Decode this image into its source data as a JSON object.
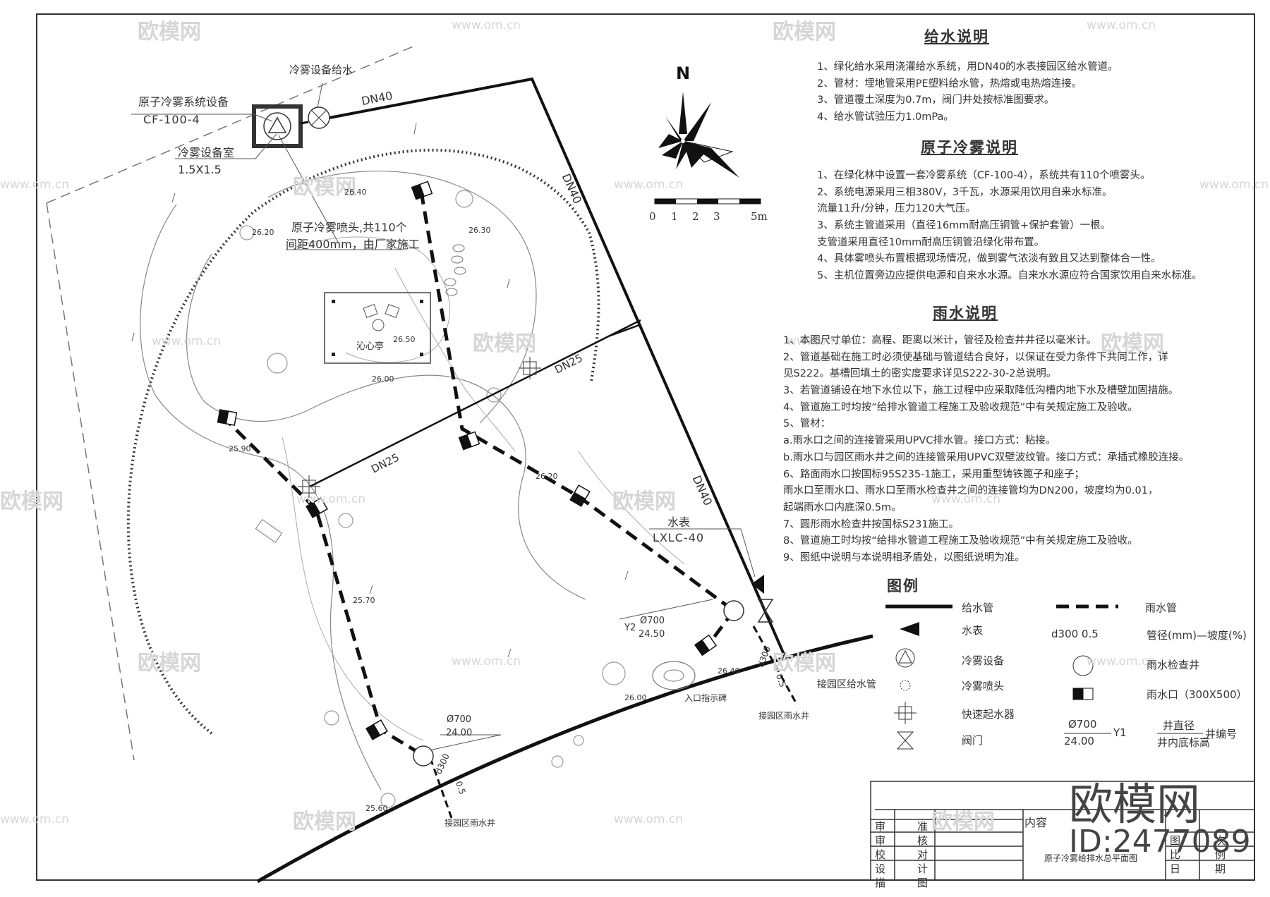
{
  "compass": {
    "north": "N",
    "scale": [
      "0",
      "1",
      "2",
      "3",
      "5m"
    ]
  },
  "plan_labels": {
    "spray_water": "冷雾设备给水",
    "device_name": "原子冷雾系统设备",
    "device_code": "CF-100-4",
    "room_name": "冷雾设备室",
    "room_size": "1.5X1.5",
    "nozzle_line1": "原子冷雾喷头,共110个",
    "nozzle_line2": "间距400mm，由厂家施工",
    "pavilion": "沁心亭",
    "dn40_a": "DN40",
    "dn40_b": "DN40",
    "dn40_c": "DN40",
    "dn25_a": "DN25",
    "dn25_b": "DN25",
    "meter": "水表",
    "meter_code": "LXLC-40",
    "y2_name": "Y2",
    "y2_dia": "Ø700",
    "y2_elev": "24.50",
    "y1_dia": "Ø700",
    "y1_elev": "24.00",
    "pipe_spec": "d300",
    "pipe_slope": "0.5",
    "connect_supply": "接园区给水管",
    "connect_rain_1": "接园区雨水井",
    "connect_rain_2": "接园区雨水井",
    "entrance_sign": "入口指示碑",
    "elevations": [
      "26.40",
      "26.20",
      "26.30",
      "26.50",
      "26.00",
      "25.90",
      "26.20",
      "25.70",
      "26.40",
      "26.00",
      "25.60"
    ]
  },
  "notes": {
    "water_title": "给水说明",
    "water": [
      "1、绿化给水采用浇灌给水系统，用DN40的水表接园区给水管道。",
      "2、管材：埋地管采用PE塑料给水管，热熔或电热熔连接。",
      "3、管道覆土深度为0.7m，阀门井处按标准图要求。",
      "4、给水管试验压力1.0mPa。"
    ],
    "mist_title": "原子冷雾说明",
    "mist": [
      "1、在绿化林中设置一套冷雾系统（CF-100-4），系统共有110个喷雾头。",
      "2、系统电源采用三相380V，3千瓦，水源采用饮用自来水标准。",
      "    流量11升/分钟，压力120大气压。",
      "3、系统主管道采用（直径16mm耐高压铜管+保护套管）一根。",
      "    支管道采用直径10mm耐高压铜管沿绿化带布置。",
      "4、具体雾喷头布置根据现场情况，做到雾气浓淡有致且又达到整体合一性。",
      "5、主机位置旁边应提供电源和自来水水源。自来水水源应符合国家饮用自来水标准。"
    ],
    "rain_title": "雨水说明",
    "rain": [
      "1、本图尺寸单位：高程、距离以米计，管径及检查井井径以毫米计。",
      "2、管道基础在施工时必须使基础与管道结合良好，以保证在受力条件下共同工作，详",
      "    见S222。基槽回填土的密实度要求详见S222-30-2总说明。",
      "3、若管道铺设在地下水位以下，施工过程中应采取降低沟槽内地下水及槽壁加固措施。",
      "4、管道施工时均按“给排水管道工程施工及验收规范”中有关规定施工及验收。",
      "5、管材：",
      "    a.雨水口之间的连接管采用UPVC排水管。接口方式：粘接。",
      "    b.雨水口与园区雨水井之间的连接管采用UPVC双壁波纹管。接口方式：承插式橡胶连接。",
      "6、路面雨水口按国标95S235-1施工，采用重型铸铁篦子和座子；",
      "    雨水口至雨水口、雨水口至雨水检查井之间的连接管均为DN200，坡度均为0.01，",
      "    起端雨水口内底深0.5m。",
      "7、圆形雨水检查井按国标S231施工。",
      "8、管道施工时均按“给排水管道工程施工及验收规范”中有关规定施工及验收。",
      "9、图纸中说明与本说明相矛盾处，以图纸说明为准。"
    ]
  },
  "legend": {
    "title": "图例",
    "items": {
      "supply_pipe": "给水管",
      "rain_pipe": "雨水管",
      "meter": "水表",
      "pipe_spec_sample": "d300  0.5",
      "pipe_spec_desc": "管径(mm)—坡度(%)",
      "mist_device": "冷雾设备",
      "manhole": "雨水检查井",
      "nozzle": "冷雾喷头",
      "inlet": "雨水口（300X500）",
      "hydrant": "快速起水器",
      "valve": "阀门",
      "well_dia_sample": "Ø700",
      "well_elev_sample": "24.00",
      "well_tag": "Y1",
      "well_dia_desc": "井直径",
      "well_elev_desc": "井内底标高",
      "well_num_desc": "井编号"
    }
  },
  "title_block": {
    "content_label": "内容",
    "drawing_name": "原子冷雾给排水总平面图",
    "left_col": [
      "审",
      "审",
      "校",
      "设",
      "描"
    ],
    "left_col2": [
      "准",
      "核",
      "对",
      "计",
      "图"
    ],
    "right_col": [
      "图",
      "比",
      "日"
    ],
    "right_col2": [
      "次",
      "例",
      "期"
    ]
  },
  "watermark": {
    "brand": "欧模网",
    "url": "www.om.cn",
    "id": "ID:2477089"
  }
}
